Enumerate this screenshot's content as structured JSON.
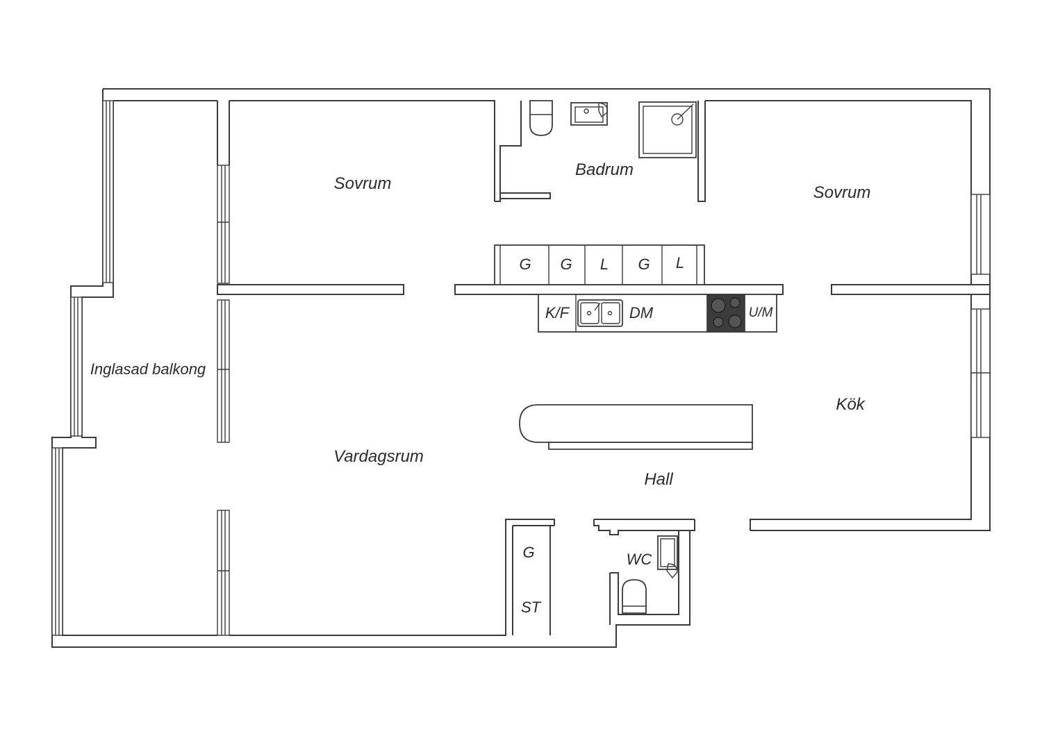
{
  "rooms": {
    "sovrum_left": "Sovrum",
    "badrum": "Badrum",
    "sovrum_right": "Sovrum",
    "inglasad_balkong": "Inglasad balkong",
    "vardagsrum": "Vardagsrum",
    "kok": "Kök",
    "hall": "Hall",
    "wc": "WC"
  },
  "fixtures": {
    "upper_cabinets": [
      "G",
      "G",
      "L",
      "G",
      "L"
    ],
    "kf": "K/F",
    "dm": "DM",
    "um": "U/M",
    "hall_closets": [
      "G",
      "ST"
    ]
  }
}
